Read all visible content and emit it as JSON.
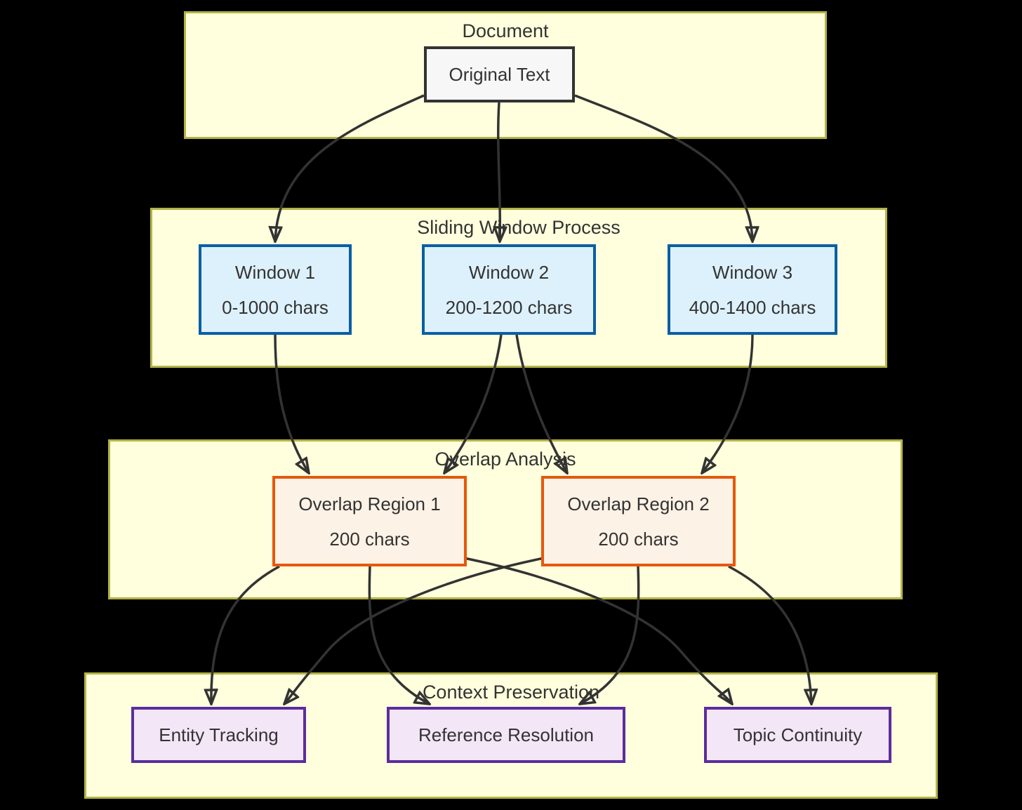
{
  "colors": {
    "background": "#000000",
    "container_fill": "#ffffdd",
    "container_border": "#b3b347",
    "plain_node_fill": "#f7f7f7",
    "plain_node_border": "#333333",
    "window_node_fill": "#ddf1fc",
    "window_node_border": "#0a5ea5",
    "overlap_node_fill": "#fdf2e6",
    "overlap_node_border": "#e6580c",
    "context_node_fill": "#f3e6f7",
    "context_node_border": "#5b2d9e",
    "edge_color": "#333333",
    "text_color": "#333333"
  },
  "clusters": {
    "document": {
      "title": "Document"
    },
    "sliding_window": {
      "title": "Sliding Window Process"
    },
    "overlap_analysis": {
      "title": "Overlap Analysis"
    },
    "context_preservation": {
      "title": "Context Preservation"
    }
  },
  "nodes": {
    "original_text": {
      "label": "Original Text"
    },
    "window1": {
      "line1": "Window 1",
      "line2": "0-1000 chars"
    },
    "window2": {
      "line1": "Window 2",
      "line2": "200-1200 chars"
    },
    "window3": {
      "line1": "Window 3",
      "line2": "400-1400 chars"
    },
    "overlap1": {
      "line1": "Overlap Region 1",
      "line2": "200 chars"
    },
    "overlap2": {
      "line1": "Overlap Region 2",
      "line2": "200 chars"
    },
    "entity": {
      "label": "Entity Tracking"
    },
    "reference": {
      "label": "Reference Resolution"
    },
    "topic": {
      "label": "Topic Continuity"
    }
  },
  "edges": [
    {
      "from": "Original Text",
      "to": "Window 1"
    },
    {
      "from": "Original Text",
      "to": "Window 2"
    },
    {
      "from": "Original Text",
      "to": "Window 3"
    },
    {
      "from": "Window 1",
      "to": "Overlap Region 1"
    },
    {
      "from": "Window 2",
      "to": "Overlap Region 1"
    },
    {
      "from": "Window 2",
      "to": "Overlap Region 2"
    },
    {
      "from": "Window 3",
      "to": "Overlap Region 2"
    },
    {
      "from": "Overlap Region 1",
      "to": "Entity Tracking"
    },
    {
      "from": "Overlap Region 1",
      "to": "Reference Resolution"
    },
    {
      "from": "Overlap Region 1",
      "to": "Topic Continuity"
    },
    {
      "from": "Overlap Region 2",
      "to": "Entity Tracking"
    },
    {
      "from": "Overlap Region 2",
      "to": "Reference Resolution"
    },
    {
      "from": "Overlap Region 2",
      "to": "Topic Continuity"
    }
  ]
}
